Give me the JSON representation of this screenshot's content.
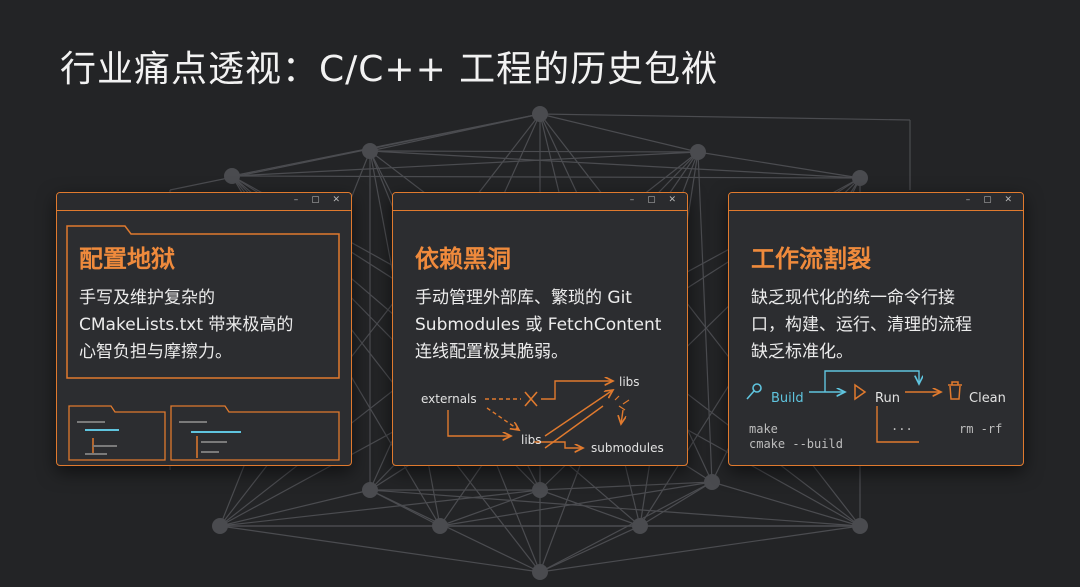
{
  "page": {
    "title": "行业痛点透视：C/C++ 工程的历史包袱"
  },
  "window_controls": "– ▢ ✕",
  "cards": [
    {
      "title": "配置地狱",
      "lines": [
        "手写及维护复杂的",
        "CMakeLists.txt 带来极高的",
        "心智负担与摩擦力。"
      ]
    },
    {
      "title": "依赖黑洞",
      "lines": [
        "手动管理外部库、繁琐的 Git",
        "Submodules 或 FetchContent",
        "连线配置极其脆弱。"
      ],
      "diagram": {
        "externals": "externals",
        "libs_top": "libs",
        "libs_bottom": "libs",
        "submodules": "submodules"
      }
    },
    {
      "title": "工作流割裂",
      "lines": [
        "缺乏现代化的统一命令行接",
        "口，构建、运行、清理的流程",
        "缺乏标准化。"
      ],
      "workflow": {
        "build": "Build",
        "run": "Run",
        "clean": "Clean",
        "cmd_make": "make",
        "cmd_cmake": "cmake --build",
        "cmd_dots": "...",
        "cmd_rm": "rm -rf"
      }
    }
  ],
  "colors": {
    "accent": "#e07a2e",
    "accent_text": "#ef8a3c",
    "cyan": "#5fc4de",
    "background": "#232426",
    "card": "#2c2d30"
  }
}
